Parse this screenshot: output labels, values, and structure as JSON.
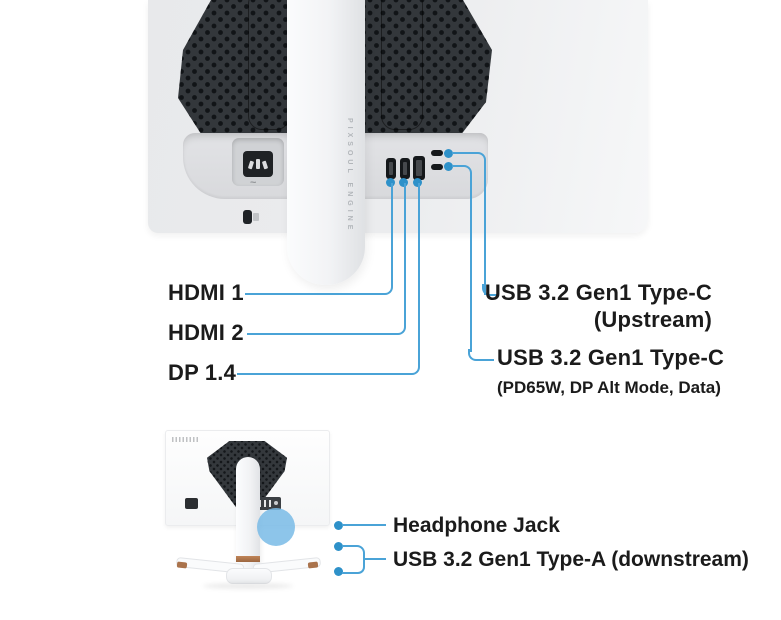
{
  "colors": {
    "accent_line": "#4aa3d7",
    "accent_dot": "#2e91c9",
    "highlight_circle": "#79bbe6",
    "label_text": "#1b1b1b",
    "panel_dark": "#33373b",
    "copper_accent": "#aa734c"
  },
  "top_diagram": {
    "stand_text": "PIXSOUL ENGINE",
    "power_mark": "~",
    "left_labels": [
      {
        "label": "HDMI 1"
      },
      {
        "label": "HDMI 2"
      },
      {
        "label": "DP 1.4"
      }
    ],
    "right_labels": [
      {
        "title": "USB 3.2 Gen1 Type-C",
        "subtitle": "(Upstream)"
      },
      {
        "title": "USB 3.2 Gen1 Type-C",
        "subtitle": "(PD65W, DP Alt Mode, Data)"
      }
    ],
    "ports": [
      "hdmi-1",
      "hdmi-2",
      "dp-1.4",
      "usb-c-upstream",
      "usb-c-pd"
    ]
  },
  "bottom_diagram": {
    "labels": [
      {
        "label": "Headphone Jack"
      },
      {
        "label": "USB 3.2 Gen1 Type-A (downstream)"
      }
    ]
  }
}
